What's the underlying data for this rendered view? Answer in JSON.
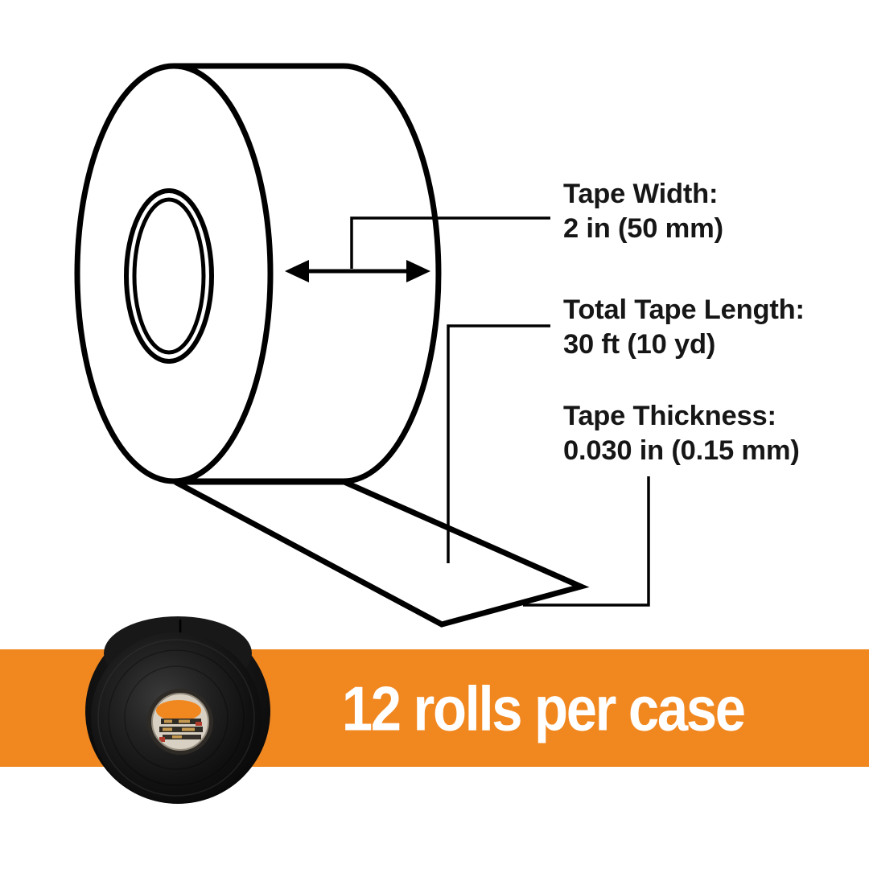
{
  "colors": {
    "accent_orange": "#F1871F",
    "line_black": "#000000",
    "text_dark": "#161616",
    "banner_text_white": "#FFFFFF",
    "background": "#FFFFFF"
  },
  "diagram": {
    "specs": [
      {
        "title": "Tape Width:",
        "value": "2 in (50 mm)"
      },
      {
        "title": "Total Tape Length:",
        "value": "30 ft (10 yd)"
      },
      {
        "title": "Tape Thickness:",
        "value": "0.030 in (0.15 mm)"
      }
    ]
  },
  "banner": {
    "label": "12 rolls per case"
  }
}
